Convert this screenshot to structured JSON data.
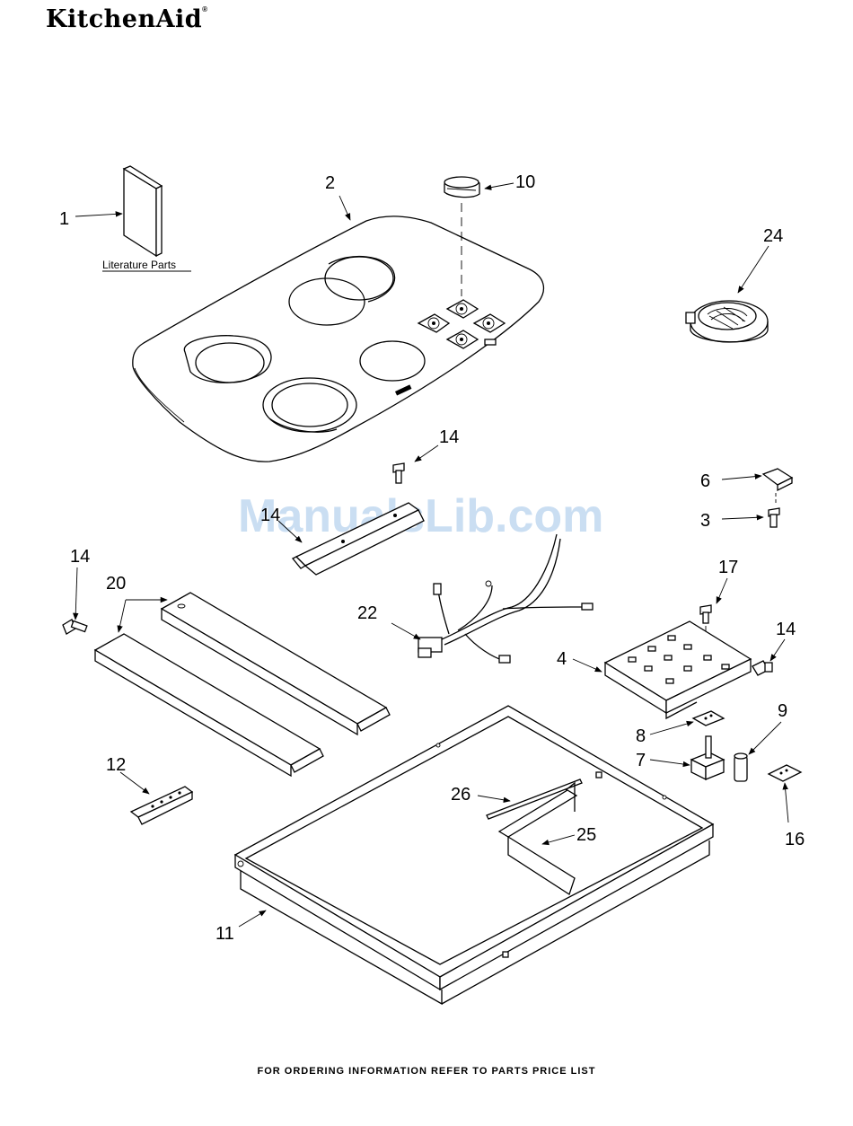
{
  "brand": {
    "name": "KitchenAid",
    "mark": "®"
  },
  "literature_label": "Literature Parts",
  "watermark": "ManualsLib.com",
  "footer": "FOR ORDERING INFORMATION REFER TO PARTS PRICE LIST",
  "callouts": {
    "c1": "1",
    "c2": "2",
    "c3": "3",
    "c4": "4",
    "c6": "6",
    "c7": "7",
    "c8": "8",
    "c9": "9",
    "c10": "10",
    "c11": "11",
    "c12": "12",
    "c14a": "14",
    "c14b": "14",
    "c14c": "14",
    "c14d": "14",
    "c16": "16",
    "c17": "17",
    "c20": "20",
    "c22": "22",
    "c24": "24",
    "c25": "25",
    "c26": "26"
  }
}
